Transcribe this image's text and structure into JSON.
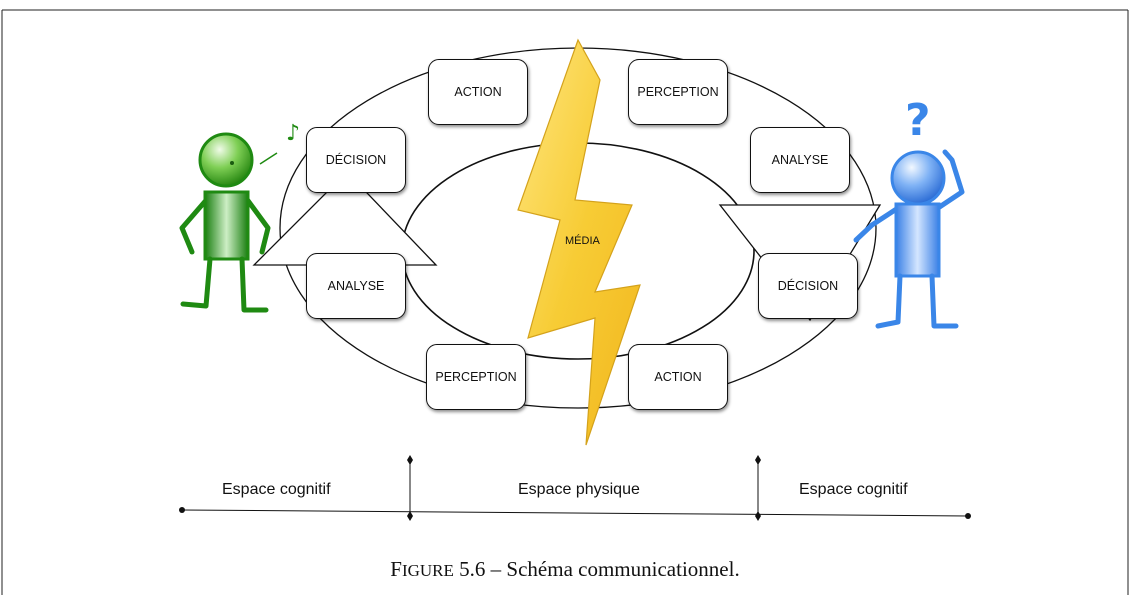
{
  "diagram": {
    "boxes": {
      "action_top": "ACTION",
      "perception_top": "PERCEPTION",
      "decision_left": "DÉCISION",
      "analyse_right": "ANALYSE",
      "analyse_left": "ANALYSE",
      "decision_right": "DÉCISION",
      "perception_bottom": "PERCEPTION",
      "action_bottom": "ACTION"
    },
    "center_label": "MÉDIA",
    "question_mark": "?",
    "music_note": "♪",
    "colors": {
      "sender": "#1f8a12",
      "receiver": "#3a86e8",
      "lightning": "#f6cf3a"
    }
  },
  "spaces": {
    "left": "Espace cognitif",
    "middle": "Espace physique",
    "right": "Espace cognitif"
  },
  "caption": {
    "figure_word_first": "F",
    "figure_word_rest": "IGURE",
    "text": " 5.6 – Schéma communicationnel."
  }
}
